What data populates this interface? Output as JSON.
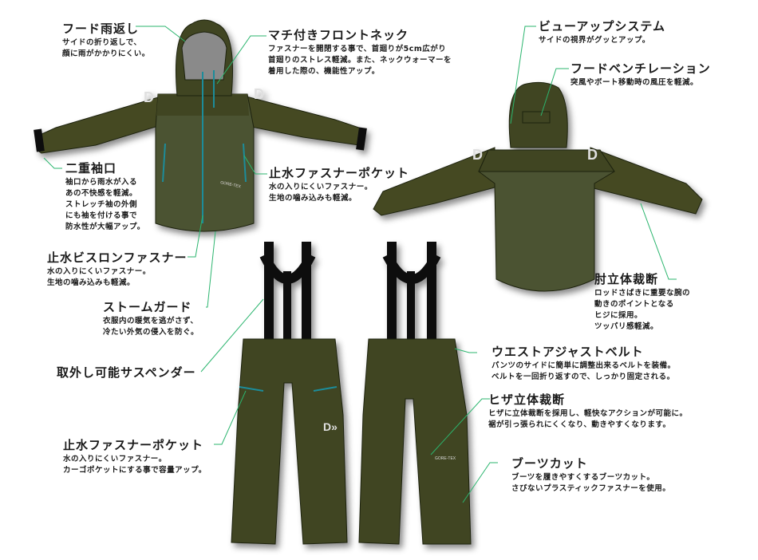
{
  "colors": {
    "garment_dark": "#3f4420",
    "garment_mid": "#4c5230",
    "garment_outline": "#1e2210",
    "hood_lining": "#8a8a8a",
    "zipper_teal": "#1f8c9a",
    "suspender": "#111111",
    "leader_line": "#2bb56e"
  },
  "callouts": [
    {
      "id": "hood-rain-guard",
      "title": "フード雨返し",
      "desc": "サイドの折り返しで、\n顔に雨がかかりにくい。"
    },
    {
      "id": "gusset-front-neck",
      "title": "マチ付きフロントネック",
      "desc": "ファスナーを開閉する事で、首廻りが5cm広がり\n首廻りのストレス軽減。また、ネックウォーマーを\n着用した際の、機能性アップ。"
    },
    {
      "id": "view-up-system",
      "title": "ビューアップシステム",
      "desc": "サイドの視界がグッとアップ。"
    },
    {
      "id": "hood-ventilation",
      "title": "フードベンチレーション",
      "desc": "突風やボート移動時の風圧を軽減。"
    },
    {
      "id": "double-cuff",
      "title": "二重袖口",
      "desc": "袖口から雨水が入る\nあの不快感を軽減。\nストレッチ袖の外側\nにも袖を付ける事で\n防水性が大幅アップ。"
    },
    {
      "id": "waterproof-zip-pocket-jacket",
      "title": "止水ファスナーポケット",
      "desc": "水の入りにくいファスナー。\n生地の噛み込みも軽減。"
    },
    {
      "id": "waterproof-vislon-zipper",
      "title": "止水ビスロンファスナー",
      "desc": "水の入りにくいファスナー。\n生地の噛み込みも軽減。"
    },
    {
      "id": "storm-guard",
      "title": "ストームガード",
      "desc": "衣服内の暖気を逃がさず、\n冷たい外気の侵入を防ぐ。"
    },
    {
      "id": "elbow-3d-cut",
      "title": "肘立体裁断",
      "desc": "ロッドさばきに重要な腕の\n動きのポイントとなる\nヒジに採用。\nツッパリ感軽減。"
    },
    {
      "id": "removable-suspenders",
      "title": "取外し可能サスペンダー",
      "desc": ""
    },
    {
      "id": "waist-adjust-belt",
      "title": "ウエストアジャストベルト",
      "desc": "パンツのサイドに簡単に調整出来るベルトを装備。\nベルトを一回折り返すので、しっかり固定される。"
    },
    {
      "id": "knee-3d-cut",
      "title": "ヒザ立体裁断",
      "desc": "ヒザに立体裁断を採用し、軽快なアクションが可能に。\n裾が引っ張られにくくなり、動きやすくなります。"
    },
    {
      "id": "waterproof-zip-pocket-pants",
      "title": "止水ファスナーポケット",
      "desc": "水の入りにくいファスナー。\nカーゴポケットにする事で容量アップ。"
    },
    {
      "id": "boots-cut",
      "title": "ブーツカット",
      "desc": "ブーツを履きやすくするブーツカット。\nさびないプラスティックファスナーを使用。"
    }
  ],
  "garments": {
    "jacket_front_label": "GORE-TEX",
    "pants_back_label": "GORE-TEX"
  }
}
